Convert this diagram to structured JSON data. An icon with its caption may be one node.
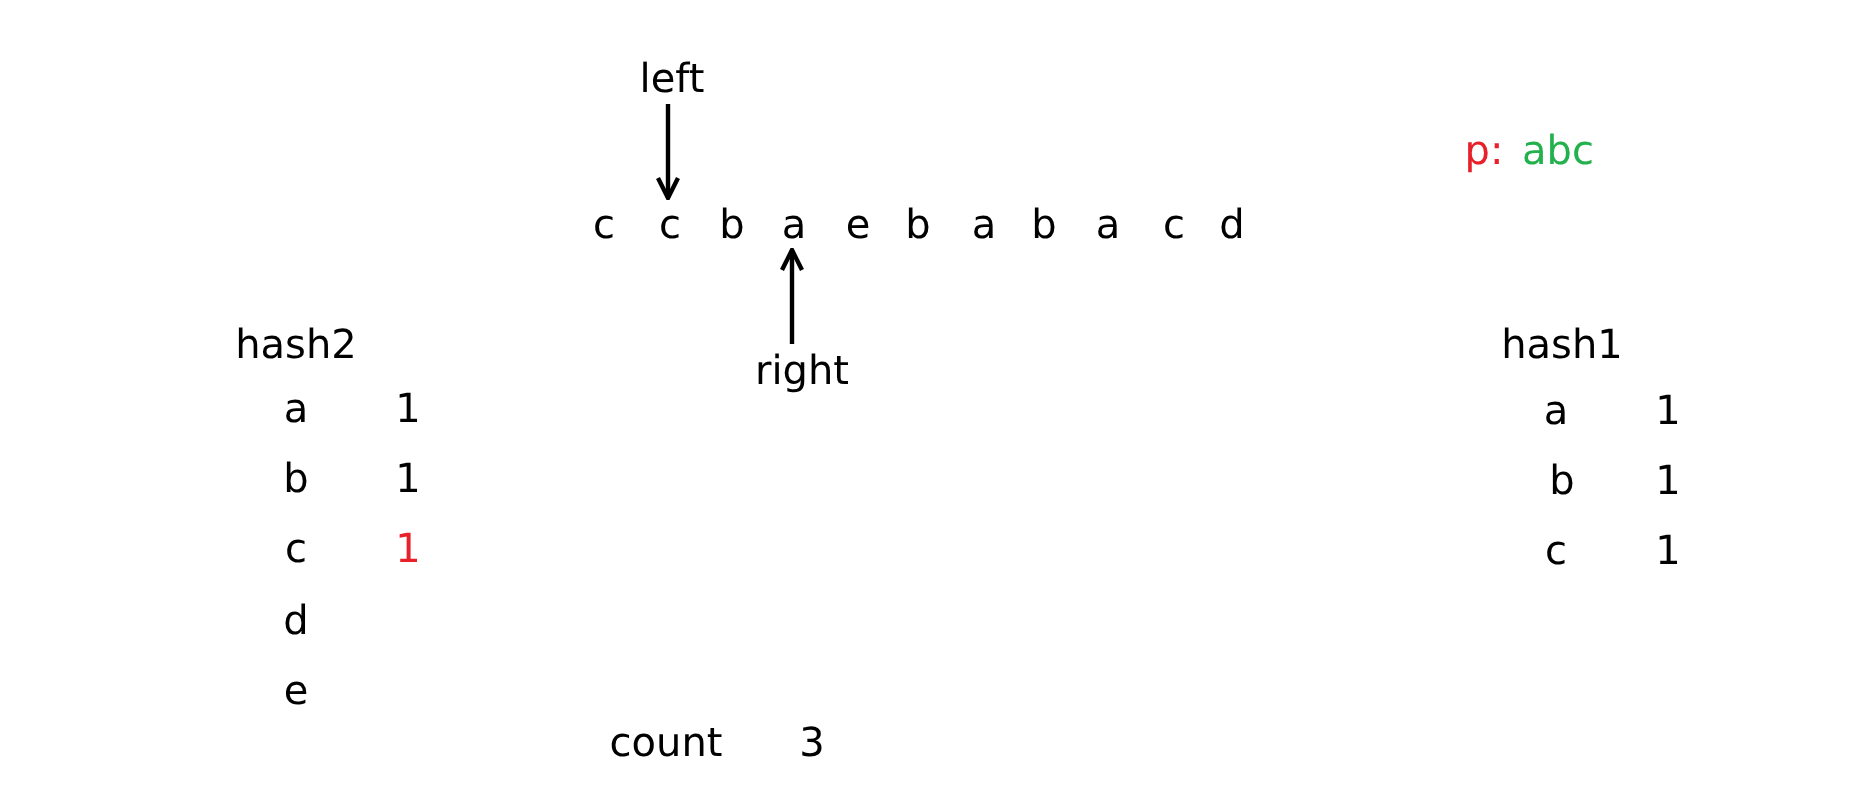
{
  "diagram": {
    "nodes": [
      {
        "text": [
          "left"
        ]
      },
      {
        "text": [
          "c"
        ]
      },
      {
        "text": [
          "a"
        ]
      },
      {
        "text": [
          "right"
        ]
      }
    ],
    "edges": [
      {
        "from": 0,
        "to": 1,
        "arrow": "to"
      },
      {
        "from": 3,
        "to": 2,
        "arrow": "to"
      }
    ],
    "labels": [
      "p:",
      "abc",
      "c",
      "b",
      "e",
      "b",
      "a",
      "b",
      "a",
      "c",
      "d",
      "hash2",
      "a",
      "1",
      "b",
      "1",
      "c",
      "1",
      "d",
      "e",
      "hash1",
      "a",
      "1",
      "b",
      "1",
      "c",
      "1",
      "count",
      "3"
    ]
  }
}
